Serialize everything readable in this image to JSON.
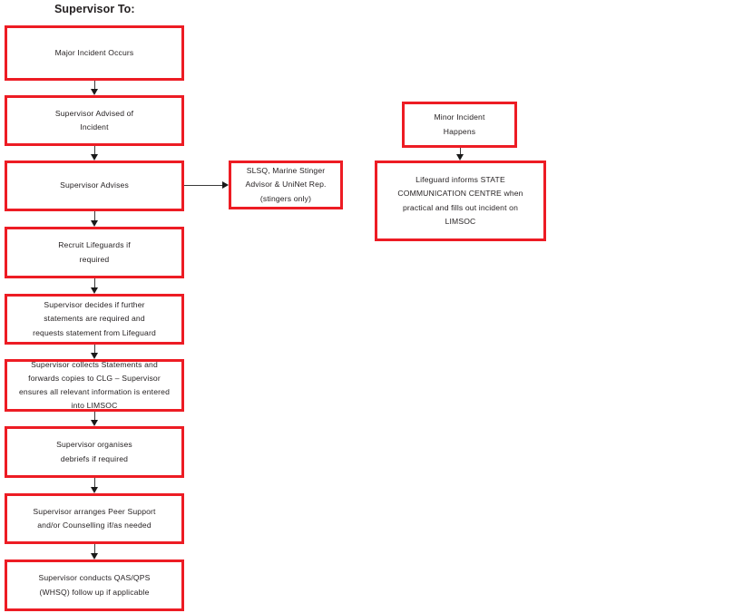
{
  "diagram": {
    "title": "Supervisor To:",
    "accent_color": "#ed1c24",
    "connector_color": "#3a3a3a",
    "text_color": "#231f20",
    "background_color": "#ffffff",
    "type": "flowchart"
  },
  "nodes": {
    "major_incident": "Major Incident Occurs",
    "supervisor_advised": "Supervisor Advised of\nIncident",
    "supervisor_advises": "Supervisor Advises",
    "recruit_lifeguards": "Recruit Lifeguards if\nrequired",
    "supervisor_decides": "Supervisor decides if further\nstatements are required and\nrequests statement from Lifeguard",
    "supervisor_collects": "Supervisor collects Statements and\nforwards copies to CLG – Supervisor\nensures all relevant information is entered\ninto LIMSOC",
    "supervisor_organises": "Supervisor organises\ndebriefs if required",
    "supervisor_arranges": "Supervisor arranges Peer Support\nand/or Counselling if/as needed",
    "supervisor_conducts": "Supervisor conducts QAS/QPS\n(WHSQ) follow up if applicable",
    "slsq_advisor": "SLSQ, Marine Stinger\nAdvisor & UniNet Rep.\n(stingers only)",
    "minor_incident": "Minor Incident\nHappens",
    "lifeguard_informs": "Lifeguard informs STATE\nCOMMUNICATION CENTRE when\npractical and fills out incident on\nLIMSOC"
  },
  "connectors": [
    {
      "from": "major_incident",
      "to": "supervisor_advised",
      "direction": "down"
    },
    {
      "from": "supervisor_advised",
      "to": "supervisor_advises",
      "direction": "down"
    },
    {
      "from": "supervisor_advises",
      "to": "slsq_advisor",
      "direction": "right"
    },
    {
      "from": "supervisor_advises",
      "to": "recruit_lifeguards",
      "direction": "down"
    },
    {
      "from": "recruit_lifeguards",
      "to": "supervisor_decides",
      "direction": "down"
    },
    {
      "from": "supervisor_decides",
      "to": "supervisor_collects",
      "direction": "down"
    },
    {
      "from": "supervisor_collects",
      "to": "supervisor_organises",
      "direction": "down"
    },
    {
      "from": "supervisor_organises",
      "to": "supervisor_arranges",
      "direction": "down"
    },
    {
      "from": "supervisor_arranges",
      "to": "supervisor_conducts",
      "direction": "down"
    },
    {
      "from": "minor_incident",
      "to": "lifeguard_informs",
      "direction": "down"
    }
  ]
}
